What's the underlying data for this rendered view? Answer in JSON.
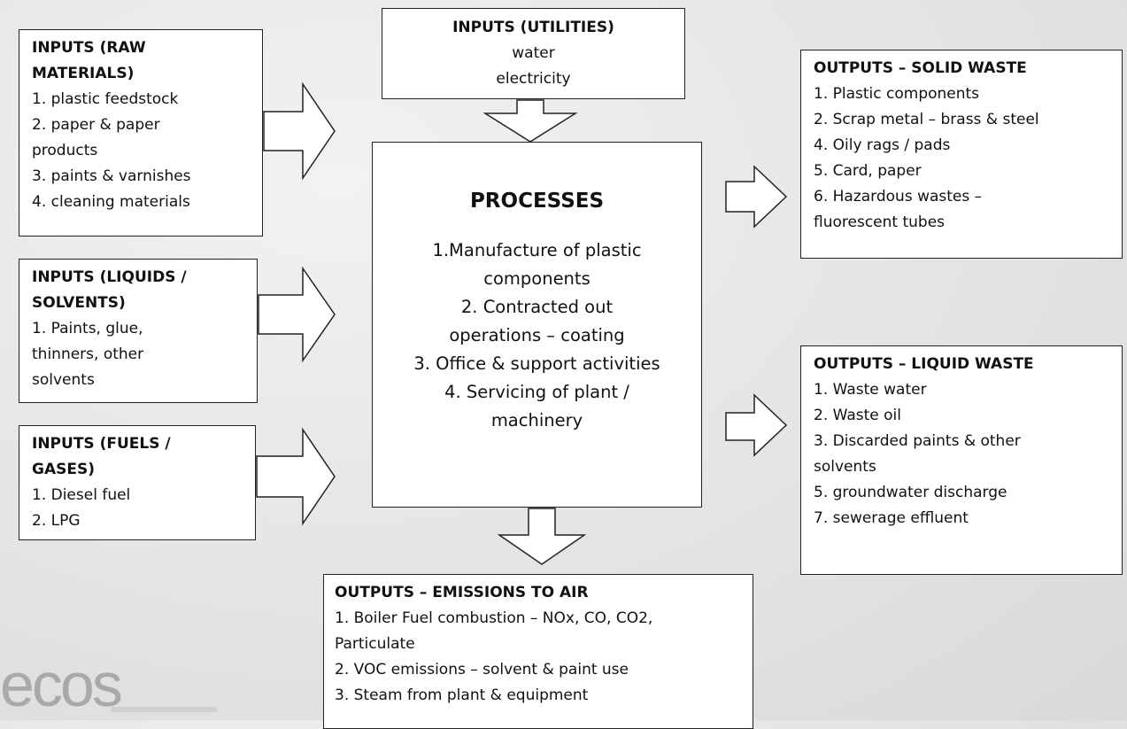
{
  "raw": {
    "title": [
      "INPUTS (RAW",
      "MATERIALS)"
    ],
    "lines": [
      "1. plastic feedstock",
      "2. paper & paper",
      "products",
      "3. paints & varnishes",
      "4. cleaning materials"
    ]
  },
  "utilities": {
    "title": "INPUTS (UTILITIES)",
    "lines": [
      "water",
      "electricity"
    ]
  },
  "liquids": {
    "title": [
      "INPUTS (LIQUIDS /",
      "SOLVENTS)"
    ],
    "lines": [
      "1. Paints, glue,",
      "thinners, other",
      "solvents"
    ]
  },
  "fuels": {
    "title": [
      "INPUTS (FUELS /",
      "GASES)"
    ],
    "lines": [
      "1. Diesel fuel",
      "2. LPG"
    ]
  },
  "processes": {
    "title": "PROCESSES",
    "lines": [
      "1.Manufacture of plastic",
      "components",
      "2. Contracted out",
      "operations – coating",
      "3. Office & support activities",
      "4. Servicing of plant /",
      "machinery"
    ]
  },
  "solid": {
    "title": "OUTPUTS – SOLID WASTE",
    "lines": [
      "1. Plastic components",
      "2. Scrap metal – brass & steel",
      "4. Oily rags / pads",
      "5. Card, paper",
      "6. Hazardous wastes –",
      "fluorescent tubes"
    ]
  },
  "liquid": {
    "title": "OUTPUTS – LIQUID WASTE",
    "lines": [
      "1. Waste water",
      "2. Waste oil",
      "3. Discarded paints & other",
      "solvents",
      "5. groundwater discharge",
      "7. sewerage effluent"
    ]
  },
  "air": {
    "title": "OUTPUTS – EMISSIONS TO AIR",
    "lines": [
      "1. Boiler Fuel combustion – NOx, CO, CO2,",
      "Particulate",
      "2. VOC emissions – solvent & paint use",
      "3. Steam from plant & equipment"
    ]
  },
  "logo": {
    "text": "ecos"
  }
}
